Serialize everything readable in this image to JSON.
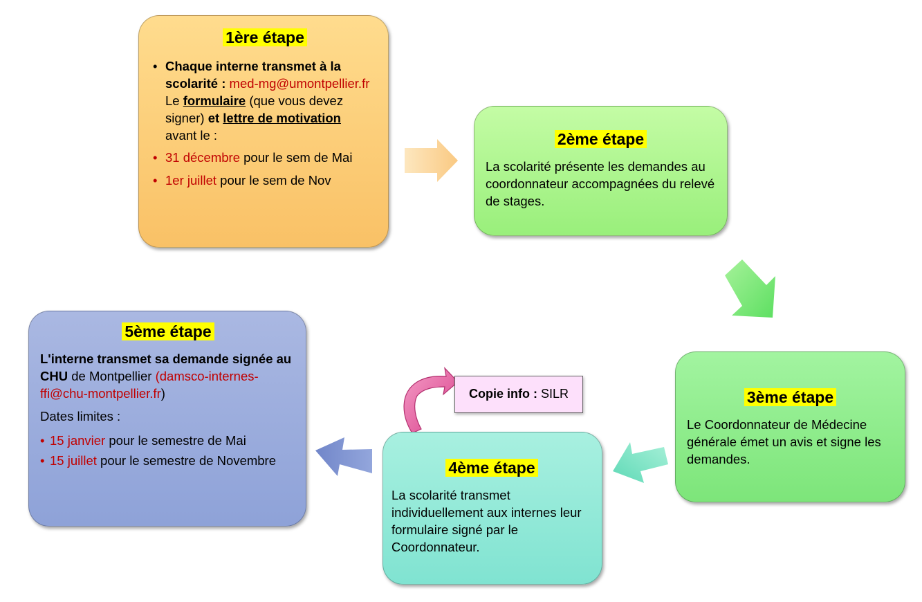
{
  "steps": {
    "s1": {
      "title": "1ère étape",
      "line1_bold": "Chaque interne transmet à la scolarité :",
      "email": "med-mg@umontpellier.fr",
      "le": "Le",
      "formulaire": "formulaire",
      "paren": " (que vous devez signer)",
      "et": " et ",
      "lettre": "lettre de motivation",
      "avant": "avant le :",
      "date1": "31 décembre",
      "date1_rest": " pour le sem de Mai",
      "date2": "1er juillet",
      "date2_rest": " pour le sem de Nov"
    },
    "s2": {
      "title": "2ème étape",
      "text": "La scolarité présente les demandes au coordonnateur accompagnées du relevé de stages."
    },
    "s3": {
      "title": "3ème étape",
      "text": "Le Coordonnateur de Médecine générale émet un avis et signe les demandes."
    },
    "s4": {
      "title": "4ème étape",
      "text": "La scolarité transmet individuellement aux internes leur formulaire signé par le Coordonnateur."
    },
    "s5": {
      "title": "5ème étape",
      "line1_bold": "L'interne transmet sa demande signée au CHU",
      "line1_rest": " de Montpellier ",
      "email": "(damsco-internes-ffi@chu-montpellier.fr",
      "close": ")",
      "dates": "Dates limites :",
      "date1": "15 janvier",
      "date1_rest": " pour le semestre de Mai",
      "date2": "15 juillet",
      "date2_rest": " pour le semestre de Novembre"
    }
  },
  "copie": {
    "label": "Copie info :",
    "value": " SILR"
  },
  "colors": {
    "step1": "#f9c166",
    "step2": "#99ef7b",
    "step3": "#7de57a",
    "step4": "#80e3d1",
    "step5": "#8ea2d8",
    "highlight": "#ffff00",
    "red": "#c00000",
    "copie_bg": "#fde0fb",
    "curved_arrow": "#e55ea2"
  }
}
